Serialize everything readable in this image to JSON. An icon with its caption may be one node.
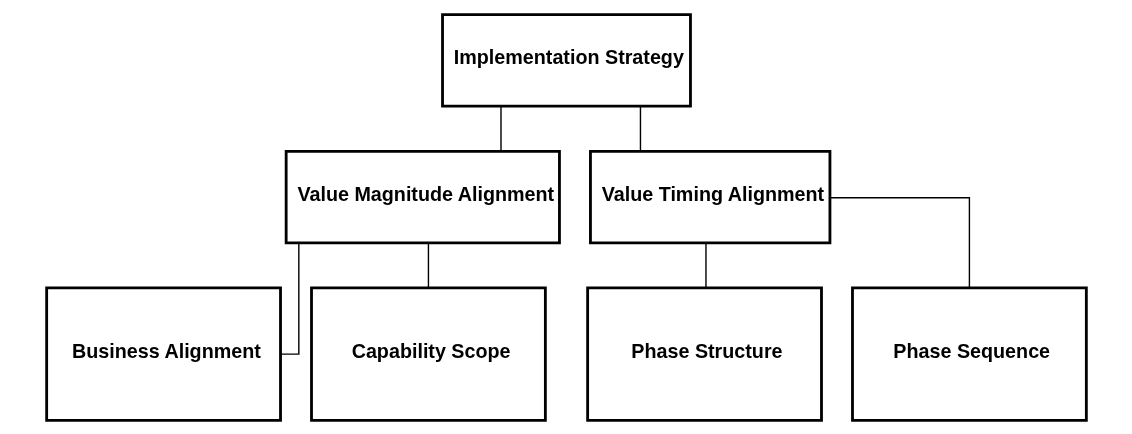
{
  "diagram": {
    "nodes": [
      {
        "text": [
          "Implementation Strategy"
        ]
      },
      {
        "text": [
          "Value Magnitude Alignment"
        ]
      },
      {
        "text": [
          "Value Timing Alignment"
        ]
      },
      {
        "text": [
          "Business Alignment"
        ]
      },
      {
        "text": [
          "Capability Scope"
        ]
      },
      {
        "text": [
          "Phase Structure"
        ]
      },
      {
        "text": [
          "Phase Sequence"
        ]
      }
    ],
    "edges": [
      {
        "from": 0,
        "to": 1,
        "arrow": "none"
      },
      {
        "from": 0,
        "to": 2,
        "arrow": "none"
      },
      {
        "from": 1,
        "to": 3,
        "arrow": "none"
      },
      {
        "from": 1,
        "to": 4,
        "arrow": "none"
      },
      {
        "from": 2,
        "to": 5,
        "arrow": "none"
      },
      {
        "from": 2,
        "to": 6,
        "arrow": "none"
      }
    ]
  }
}
